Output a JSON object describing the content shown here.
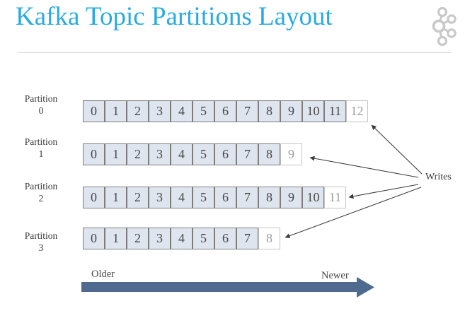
{
  "slide": {
    "title": "Kafka Topic Partitions Layout",
    "writes_label": "Writes",
    "timeline": {
      "older_label": "Older",
      "newer_label": "Newer"
    },
    "partitions": [
      {
        "name": "Partition",
        "number": "0",
        "offsets": [
          "0",
          "1",
          "2",
          "3",
          "4",
          "5",
          "6",
          "7",
          "8",
          "9",
          "10",
          "11"
        ],
        "next_offset": "12"
      },
      {
        "name": "Partition",
        "number": "1",
        "offsets": [
          "0",
          "1",
          "2",
          "3",
          "4",
          "5",
          "6",
          "7",
          "8"
        ],
        "next_offset": "9"
      },
      {
        "name": "Partition",
        "number": "2",
        "offsets": [
          "0",
          "1",
          "2",
          "3",
          "4",
          "5",
          "6",
          "7",
          "8",
          "9",
          "10"
        ],
        "next_offset": "11"
      },
      {
        "name": "Partition",
        "number": "3",
        "offsets": [
          "0",
          "1",
          "2",
          "3",
          "4",
          "5",
          "6",
          "7"
        ],
        "next_offset": "8"
      }
    ],
    "icons": {
      "logo": "kafka-logo"
    },
    "colors": {
      "title": "#29abe2",
      "cell_fill": "#dee5ee",
      "cell_border": "#7d7d7d",
      "next_cell_border": "#c3c3c3",
      "next_cell_text": "#9d9d9d",
      "arrow_line": "#3c3c3c",
      "timeline_arrow": "#4e6a8e",
      "logo_gray": "#c9c9c9"
    }
  }
}
